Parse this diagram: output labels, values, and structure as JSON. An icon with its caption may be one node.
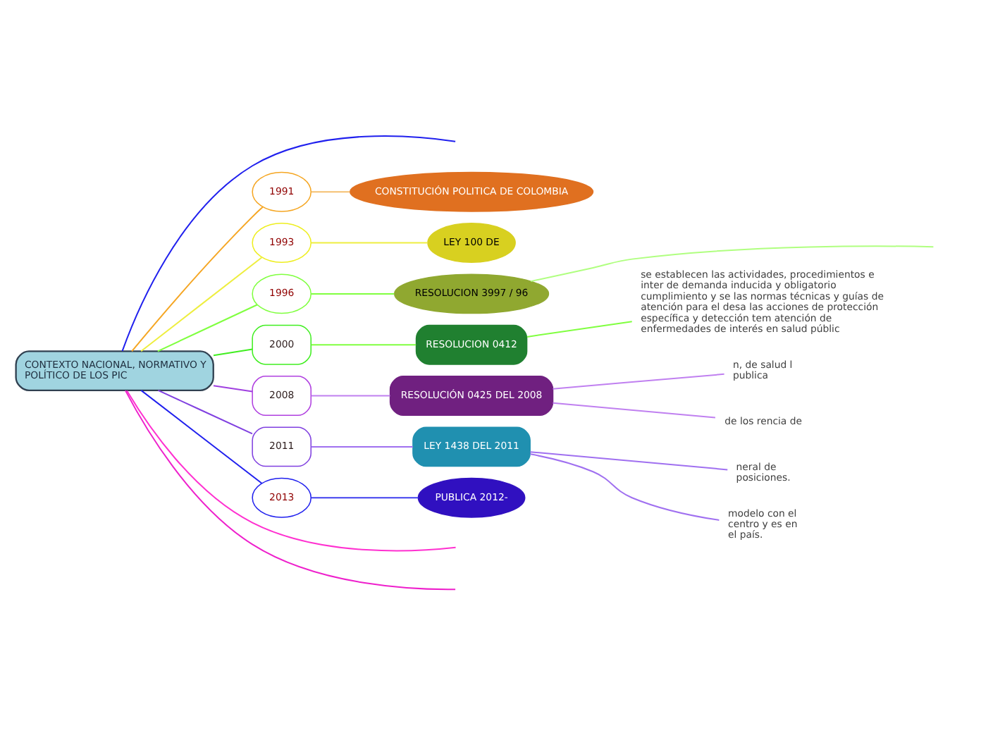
{
  "diagram": {
    "nodes": [
      {
        "text": [
          "CONTEXTO NACIONAL, NORMATIVO Y POLÍTICO DE LOS PIC"
        ]
      },
      {
        "text": [
          "1991"
        ]
      },
      {
        "text": [
          "CONSTITUCIÓN POLITICA DE COLOMBIA"
        ]
      },
      {
        "text": [
          "1993"
        ]
      },
      {
        "text": [
          "LEY 100 DE"
        ]
      },
      {
        "text": [
          "1996"
        ]
      },
      {
        "text": [
          "RESOLUCION 3997 / 96"
        ]
      },
      {
        "text": [
          "2000"
        ]
      },
      {
        "text": [
          "RESOLUCION 0412"
        ]
      },
      {
        "text": [
          "se establecen las actividades, procedimientos e inter de demanda inducida y obligatorio cumplimiento y se las normas técnicas y guías de atención para el desa las acciones de protección específica y detección tem atención de enfermedades de interés en salud públic"
        ]
      },
      {
        "text": [
          "2008"
        ]
      },
      {
        "text": [
          "RESOLUCIÓN 0425 DEL 2008"
        ]
      },
      {
        "text": [
          "n, de salud l publica"
        ]
      },
      {
        "text": [
          "de los rencia de"
        ]
      },
      {
        "text": [
          "2011"
        ]
      },
      {
        "text": [
          "LEY 1438 DEL 2011"
        ]
      },
      {
        "text": [
          "neral de posiciones."
        ]
      },
      {
        "text": [
          "modelo con el centro y es en el país."
        ]
      },
      {
        "text": [
          "2013"
        ]
      },
      {
        "text": [
          "PUBLICA 2012-"
        ]
      }
    ],
    "edges": [
      {
        "from": 0,
        "to": null,
        "arrow": "none",
        "color": "#2020ee"
      },
      {
        "from": 0,
        "to": 1,
        "arrow": "none",
        "color": "#f5a623"
      },
      {
        "from": 1,
        "to": 2,
        "arrow": "none",
        "color": "#f5c070"
      },
      {
        "from": 0,
        "to": 3,
        "arrow": "none",
        "color": "#eeee40"
      },
      {
        "from": 3,
        "to": 4,
        "arrow": "none",
        "color": "#eeee40"
      },
      {
        "from": 0,
        "to": 5,
        "arrow": "none",
        "color": "#80ff40"
      },
      {
        "from": 5,
        "to": 6,
        "arrow": "none",
        "color": "#80ff40"
      },
      {
        "from": 6,
        "to": null,
        "arrow": "none",
        "color": "#b0ff80"
      },
      {
        "from": 0,
        "to": 7,
        "arrow": "none",
        "color": "#40ee20"
      },
      {
        "from": 7,
        "to": 8,
        "arrow": "none",
        "color": "#80ff40"
      },
      {
        "from": 8,
        "to": 9,
        "arrow": "none",
        "color": "#80ff40"
      },
      {
        "from": 0,
        "to": 10,
        "arrow": "none",
        "color": "#a040e0"
      },
      {
        "from": 10,
        "to": 11,
        "arrow": "none",
        "color": "#c080f0"
      },
      {
        "from": 11,
        "to": 12,
        "arrow": "none",
        "color": "#c080f0"
      },
      {
        "from": 11,
        "to": 13,
        "arrow": "none",
        "color": "#c080f0"
      },
      {
        "from": 0,
        "to": 14,
        "arrow": "none",
        "color": "#8040e0"
      },
      {
        "from": 14,
        "to": 15,
        "arrow": "none",
        "color": "#a070f0"
      },
      {
        "from": 15,
        "to": 16,
        "arrow": "none",
        "color": "#a070f0"
      },
      {
        "from": 15,
        "to": 17,
        "arrow": "none",
        "color": "#a070f0"
      },
      {
        "from": 0,
        "to": 18,
        "arrow": "none",
        "color": "#2020ee"
      },
      {
        "from": 18,
        "to": 19,
        "arrow": "none",
        "color": "#4040ee"
      },
      {
        "from": 0,
        "to": null,
        "arrow": "none",
        "color": "#ff30d0"
      },
      {
        "from": 0,
        "to": null,
        "arrow": "none",
        "color": "#ee20cc"
      }
    ]
  }
}
